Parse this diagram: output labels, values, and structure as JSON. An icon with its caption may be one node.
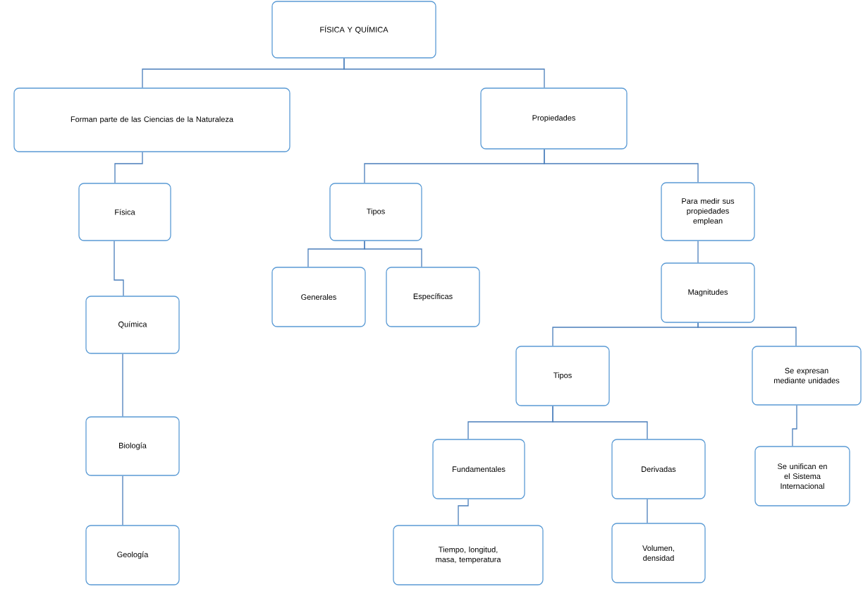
{
  "diagram": {
    "nodes": [
      {
        "text": [
          "FÍSICA Y QUÍMICA"
        ]
      },
      {
        "text": [
          "Forman parte de las Ciencias de la Naturaleza"
        ]
      },
      {
        "text": [
          "Propiedades"
        ]
      },
      {
        "text": [
          "Física"
        ]
      },
      {
        "text": [
          "Química"
        ]
      },
      {
        "text": [
          "Biología"
        ]
      },
      {
        "text": [
          "Geología"
        ]
      },
      {
        "text": [
          "Tipos"
        ]
      },
      {
        "text": [
          "Generales"
        ]
      },
      {
        "text": [
          "Específicas"
        ]
      },
      {
        "text": [
          "Para medir sus propiedades emplean"
        ]
      },
      {
        "text": [
          "Magnitudes"
        ]
      },
      {
        "text": [
          "Tipos"
        ]
      },
      {
        "text": [
          "Se expresan mediante unidades"
        ]
      },
      {
        "text": [
          "Fundamentales"
        ]
      },
      {
        "text": [
          "Derivadas"
        ]
      },
      {
        "text": [
          "Tiempo, longitud, masa, temperatura"
        ]
      },
      {
        "text": [
          "Volumen, densidad"
        ]
      },
      {
        "text": [
          "Se unifican en el Sistema Internacional"
        ]
      }
    ],
    "edges": [
      {
        "from": 0,
        "to": 1,
        "arrow": "none"
      },
      {
        "from": 0,
        "to": 2,
        "arrow": "none"
      },
      {
        "from": 1,
        "to": 3,
        "arrow": "none"
      },
      {
        "from": 2,
        "to": 7,
        "arrow": "none"
      },
      {
        "from": 2,
        "to": 10,
        "arrow": "none"
      },
      {
        "from": 3,
        "to": 4,
        "arrow": "none"
      },
      {
        "from": 4,
        "to": 5,
        "arrow": "none"
      },
      {
        "from": 5,
        "to": 6,
        "arrow": "none"
      },
      {
        "from": 7,
        "to": 8,
        "arrow": "none"
      },
      {
        "from": 7,
        "to": 9,
        "arrow": "none"
      },
      {
        "from": 10,
        "to": 11,
        "arrow": "none"
      },
      {
        "from": 11,
        "to": 12,
        "arrow": "none"
      },
      {
        "from": 11,
        "to": 13,
        "arrow": "none"
      },
      {
        "from": 12,
        "to": 14,
        "arrow": "none"
      },
      {
        "from": 12,
        "to": 15,
        "arrow": "none"
      },
      {
        "from": 13,
        "to": 18,
        "arrow": "none"
      },
      {
        "from": 14,
        "to": 16,
        "arrow": "none"
      },
      {
        "from": 15,
        "to": 17,
        "arrow": "none"
      }
    ]
  }
}
